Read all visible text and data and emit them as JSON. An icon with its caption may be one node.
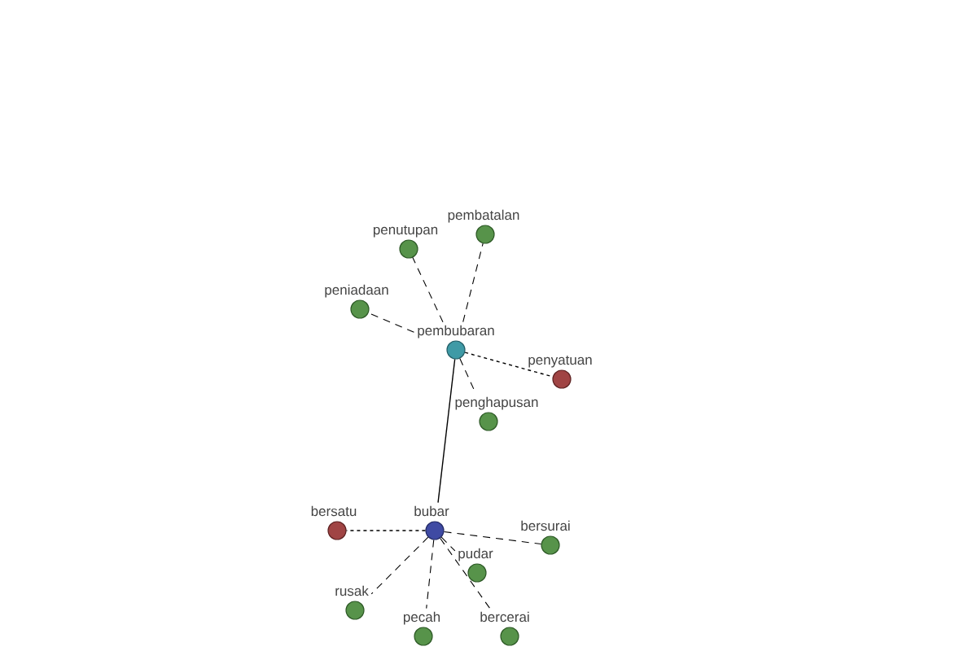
{
  "diagram": {
    "nodes": [
      {
        "text": [
          "pembatalan"
        ]
      },
      {
        "text": [
          "penutupan"
        ]
      },
      {
        "text": [
          "peniadaan"
        ]
      },
      {
        "text": [
          "pembubaran"
        ]
      },
      {
        "text": [
          "penyatuan"
        ]
      },
      {
        "text": [
          "penghapusan"
        ]
      },
      {
        "text": [
          "bersatu"
        ]
      },
      {
        "text": [
          "bubar"
        ]
      },
      {
        "text": [
          "bersurai"
        ]
      },
      {
        "text": [
          "pudar"
        ]
      },
      {
        "text": [
          "rusak"
        ]
      },
      {
        "text": [
          "pecah"
        ]
      },
      {
        "text": [
          "bercerai"
        ]
      }
    ],
    "edges": [
      {
        "from": 3,
        "to": 7,
        "arrow": "none"
      },
      {
        "from": 3,
        "to": 0,
        "arrow": "none",
        "style": "dashed"
      },
      {
        "from": 3,
        "to": 1,
        "arrow": "none",
        "style": "dashed"
      },
      {
        "from": 3,
        "to": 2,
        "arrow": "none",
        "style": "dashed"
      },
      {
        "from": 3,
        "to": 4,
        "arrow": "none",
        "style": "dashed"
      },
      {
        "from": 3,
        "to": 5,
        "arrow": "none",
        "style": "dashed"
      },
      {
        "from": 7,
        "to": 6,
        "arrow": "none",
        "style": "dashed"
      },
      {
        "from": 7,
        "to": 8,
        "arrow": "none",
        "style": "dashed"
      },
      {
        "from": 7,
        "to": 9,
        "arrow": "none",
        "style": "dashed"
      },
      {
        "from": 7,
        "to": 10,
        "arrow": "none",
        "style": "dashed"
      },
      {
        "from": 7,
        "to": 11,
        "arrow": "none",
        "style": "dashed"
      },
      {
        "from": 7,
        "to": 12,
        "arrow": "none",
        "style": "dashed"
      }
    ]
  }
}
